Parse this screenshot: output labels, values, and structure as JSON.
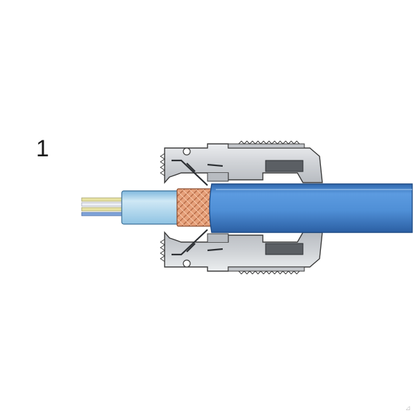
{
  "step_label": "1",
  "watermark": "⊿",
  "colors": {
    "cable_blue": "#4f8fd6",
    "cable_blue_dark": "#2f67ad",
    "inner_insulation": "#b8dcef",
    "braid_copper": "#e6a07a",
    "gland_body": "#d7d9dc",
    "gland_shadow": "#9ea3a8",
    "seal_dark": "#5b5f64",
    "wire_yellow": "#e7e2a2",
    "wire_blue": "#7fa3d8",
    "outline": "#3a3a3a"
  },
  "icons": {
    "assembly": "cable-gland-assembly",
    "cable": "shielded-cable",
    "braid": "copper-braid-shield",
    "cores": "conductor-cores"
  }
}
